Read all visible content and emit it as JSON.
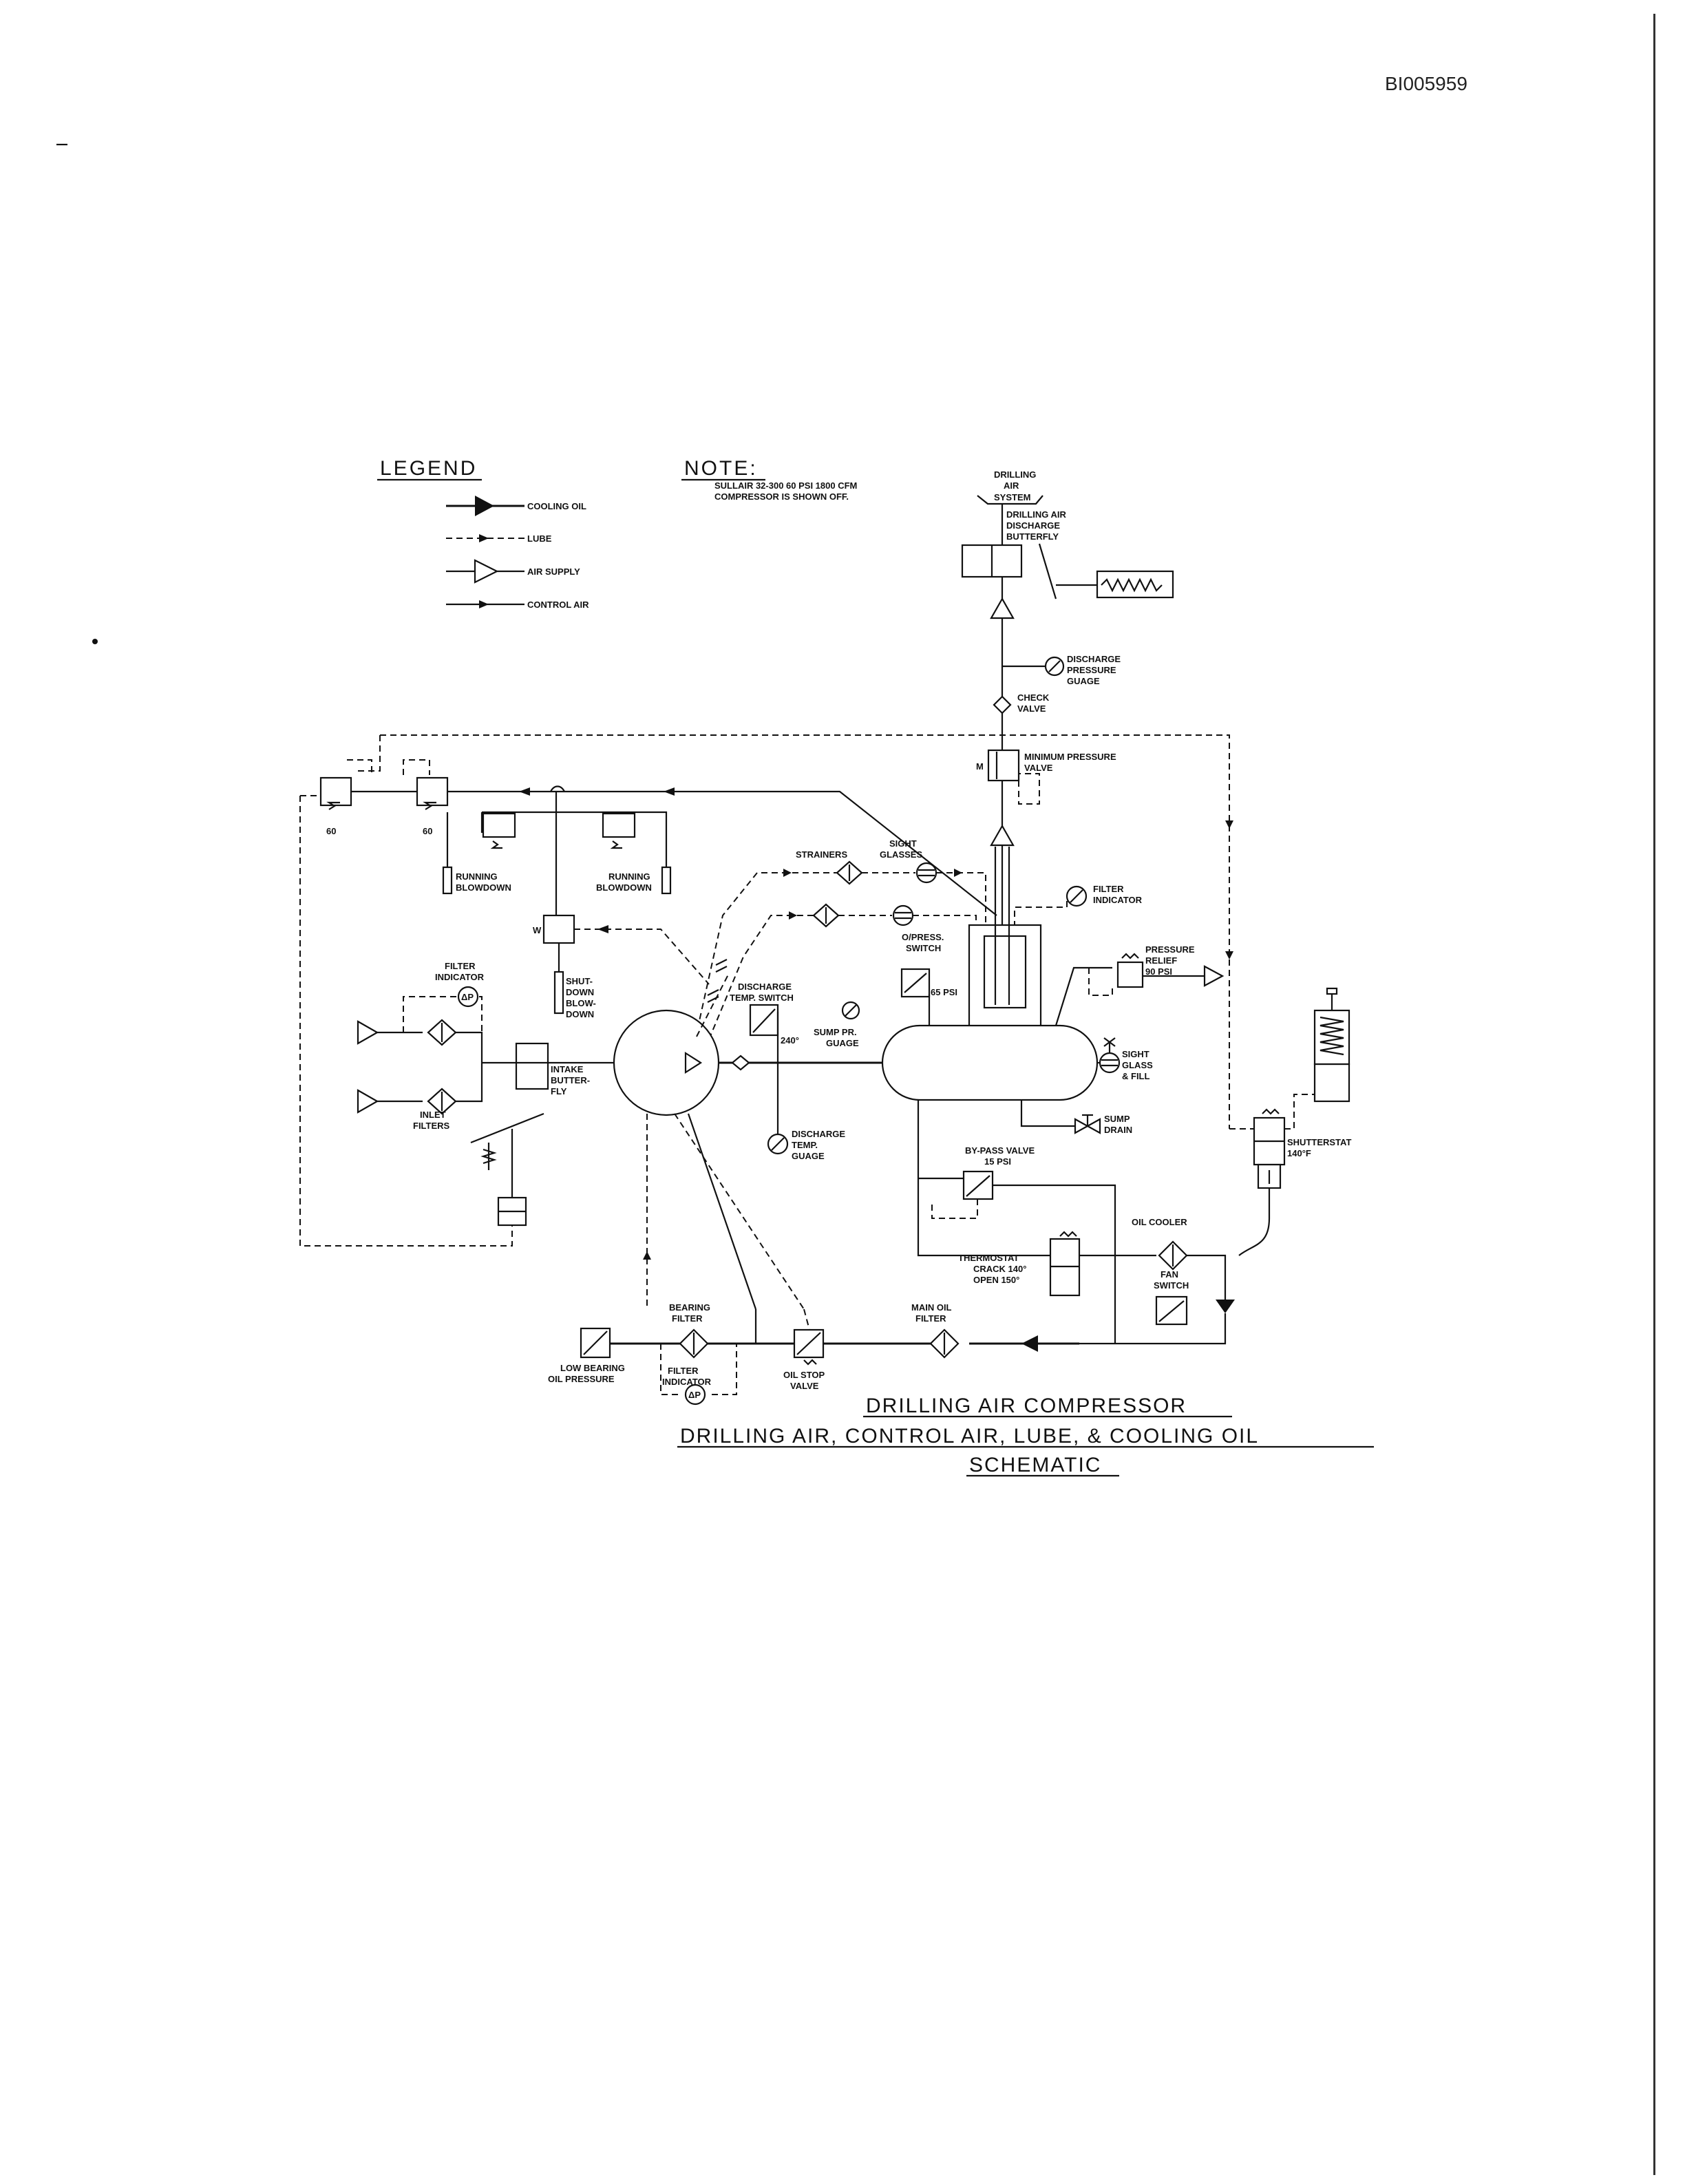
{
  "doc_id": "BI005959",
  "legend": {
    "title": "LEGEND",
    "items": [
      {
        "label": "COOLING OIL",
        "style": "solid-filled-arrow"
      },
      {
        "label": "LUBE",
        "style": "dashed-arrow"
      },
      {
        "label": "AIR SUPPLY",
        "style": "open-arrow"
      },
      {
        "label": "CONTROL AIR",
        "style": "solid-small-arrow"
      }
    ]
  },
  "note": {
    "title": "NOTE:",
    "line1": "SULLAIR 32-300 60 PSI 1800 CFM",
    "line2": "COMPRESSOR IS SHOWN OFF."
  },
  "labels": {
    "drilling_air_system": [
      "DRILLING",
      "AIR",
      "SYSTEM"
    ],
    "discharge_butterfly": [
      "DRILLING AIR",
      "DISCHARGE",
      "BUTTERFLY"
    ],
    "discharge_pressure_gauge": [
      "DISCHARGE",
      "PRESSURE",
      "GUAGE"
    ],
    "check_valve": [
      "CHECK",
      "VALVE"
    ],
    "minimum_pressure_valve": [
      "MINIMUM PRESSURE",
      "VALVE"
    ],
    "set_60_left": "60",
    "set_60_right": "60",
    "running_blowdown_left": [
      "RUNNING",
      "BLOWDOWN"
    ],
    "running_blowdown_right": [
      "RUNNING",
      "BLOWDOWN"
    ],
    "strainers": "STRAINERS",
    "sight_glasses": [
      "SIGHT",
      "GLASSES"
    ],
    "filter_indicator_top": [
      "FILTER",
      "INDICATOR"
    ],
    "filter_indicator_left": [
      "FILTER",
      "INDICATOR"
    ],
    "dp_symbol": "ΔP",
    "shutdown_blowdown": [
      "SHUT-",
      "DOWN",
      "BLOW-",
      "DOWN"
    ],
    "opress_switch": [
      "O/PRESS.",
      "SWITCH"
    ],
    "psi_65": "65 PSI",
    "pressure_relief": [
      "PRESSURE",
      "RELIEF",
      "90 PSI"
    ],
    "discharge_temp_switch": [
      "DISCHARGE",
      "TEMP. SWITCH"
    ],
    "temp_240": "240°",
    "sump_pr_gauge": [
      "SUMP PR.",
      "GUAGE"
    ],
    "sight_glass_fill": [
      "SIGHT",
      "GLASS",
      "& FILL"
    ],
    "intake_butterfly": [
      "INTAKE",
      "BUTTER-",
      "FLY"
    ],
    "inlet_filters": [
      "INLET",
      "FILTERS"
    ],
    "sump_drain": [
      "SUMP",
      "DRAIN"
    ],
    "discharge_temp_gauge": [
      "DISCHARGE",
      "TEMP.",
      "GUAGE"
    ],
    "bypass_valve": [
      "BY-PASS VALVE",
      "15 PSI"
    ],
    "shutterstat": [
      "SHUTTERSTAT",
      "140°F"
    ],
    "oil_cooler": "OIL COOLER",
    "thermostat": [
      "THERMOSTAT",
      "CRACK 140°",
      "OPEN 150°"
    ],
    "fan_switch": [
      "FAN",
      "SWITCH"
    ],
    "bearing_filter": [
      "BEARING",
      "FILTER"
    ],
    "main_oil_filter": [
      "MAIN OIL",
      "FILTER"
    ],
    "low_bearing_oil_pressure": [
      "LOW BEARING",
      "OIL PRESSURE"
    ],
    "filter_indicator_bottom": [
      "FILTER",
      "INDICATOR"
    ],
    "oil_stop_valve": [
      "OIL STOP",
      "VALVE"
    ]
  },
  "title": {
    "line1": "DRILLING AIR COMPRESSOR",
    "line2": "DRILLING AIR, CONTROL AIR, LUBE, & COOLING OIL",
    "line3": "SCHEMATIC"
  }
}
